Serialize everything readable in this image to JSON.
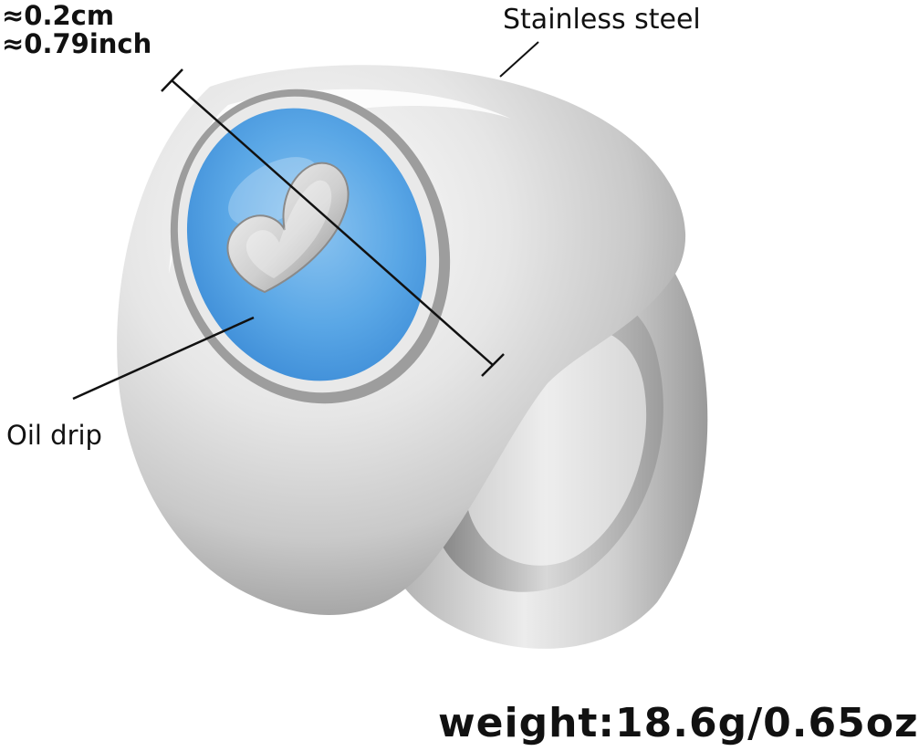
{
  "labels": {
    "dimension_cm": "≈0.2cm",
    "dimension_inch": "≈0.79inch",
    "material": "Stainless steel",
    "enamel": "Oil drip",
    "weight": "weight:18.6g/0.65oz"
  },
  "colors": {
    "steel_light": "#f2f2f2",
    "steel_mid": "#c7c7c7",
    "steel_dark": "#8e8e8e",
    "enamel_blue": "#5aa7e6",
    "enamel_deep": "#3f8ed8",
    "line": "#111111"
  }
}
